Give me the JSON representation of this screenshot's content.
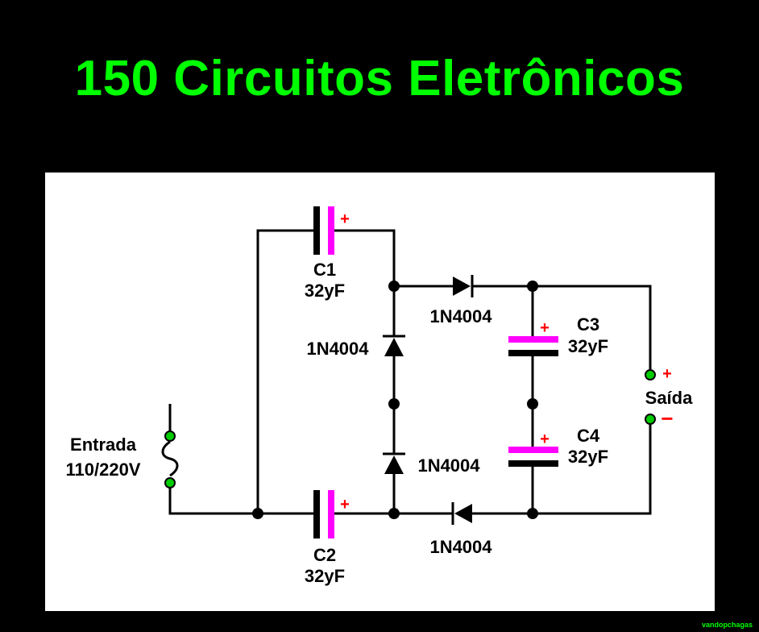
{
  "title": "150 Circuitos Eletrônicos",
  "credit": "vandopchagas",
  "colors": {
    "background": "#000000",
    "title": "#00ff00",
    "panel": "#ffffff",
    "wire": "#000000",
    "capacitor_positive_plate": "#ff00ff",
    "polarity_mark": "#ff0000",
    "terminal": "#00cc00"
  },
  "components": {
    "c1": {
      "name": "C1",
      "value": "32yF"
    },
    "c2": {
      "name": "C2",
      "value": "32yF"
    },
    "c3": {
      "name": "C3",
      "value": "32yF"
    },
    "c4": {
      "name": "C4",
      "value": "32yF"
    },
    "d_top": {
      "label": "1N4004"
    },
    "d_upper_vertical": {
      "label": "1N4004"
    },
    "d_lower_vertical": {
      "label": "1N4004"
    },
    "d_bottom": {
      "label": "1N4004"
    }
  },
  "input": {
    "label": "Entrada",
    "voltage": "110/220V",
    "symbol": "~"
  },
  "output": {
    "label": "Saída",
    "plus": "+",
    "minus": "−"
  },
  "polarity_plus": "+"
}
